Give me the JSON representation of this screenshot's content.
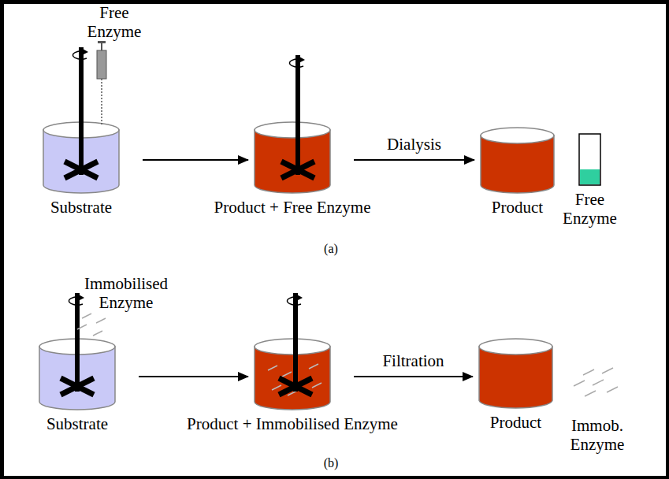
{
  "diagram": {
    "nodes": [
      {
        "text": [
          "Substrate"
        ]
      },
      {
        "text": [
          "Product + Free Enzyme"
        ]
      },
      {
        "text": [
          "Product"
        ]
      },
      {
        "text": [
          "Free Enzyme"
        ]
      },
      {
        "text": [
          "Substrate"
        ]
      },
      {
        "text": [
          "Product + Immobilised Enzyme"
        ]
      },
      {
        "text": [
          "Product"
        ]
      }
    ],
    "edges": [
      {
        "from": 0,
        "to": 1,
        "arrow": "to"
      },
      {
        "from": 1,
        "to": 2,
        "label": "Dialysis",
        "arrow": "to"
      },
      {
        "from": 4,
        "to": 5,
        "arrow": "to"
      },
      {
        "from": 5,
        "to": 6,
        "label": "Filtration",
        "arrow": "to"
      }
    ],
    "labels": [
      "Free Enzyme",
      "(a)",
      "Immobilised Enzyme",
      "Immob. Enzyme",
      "(b)"
    ]
  }
}
